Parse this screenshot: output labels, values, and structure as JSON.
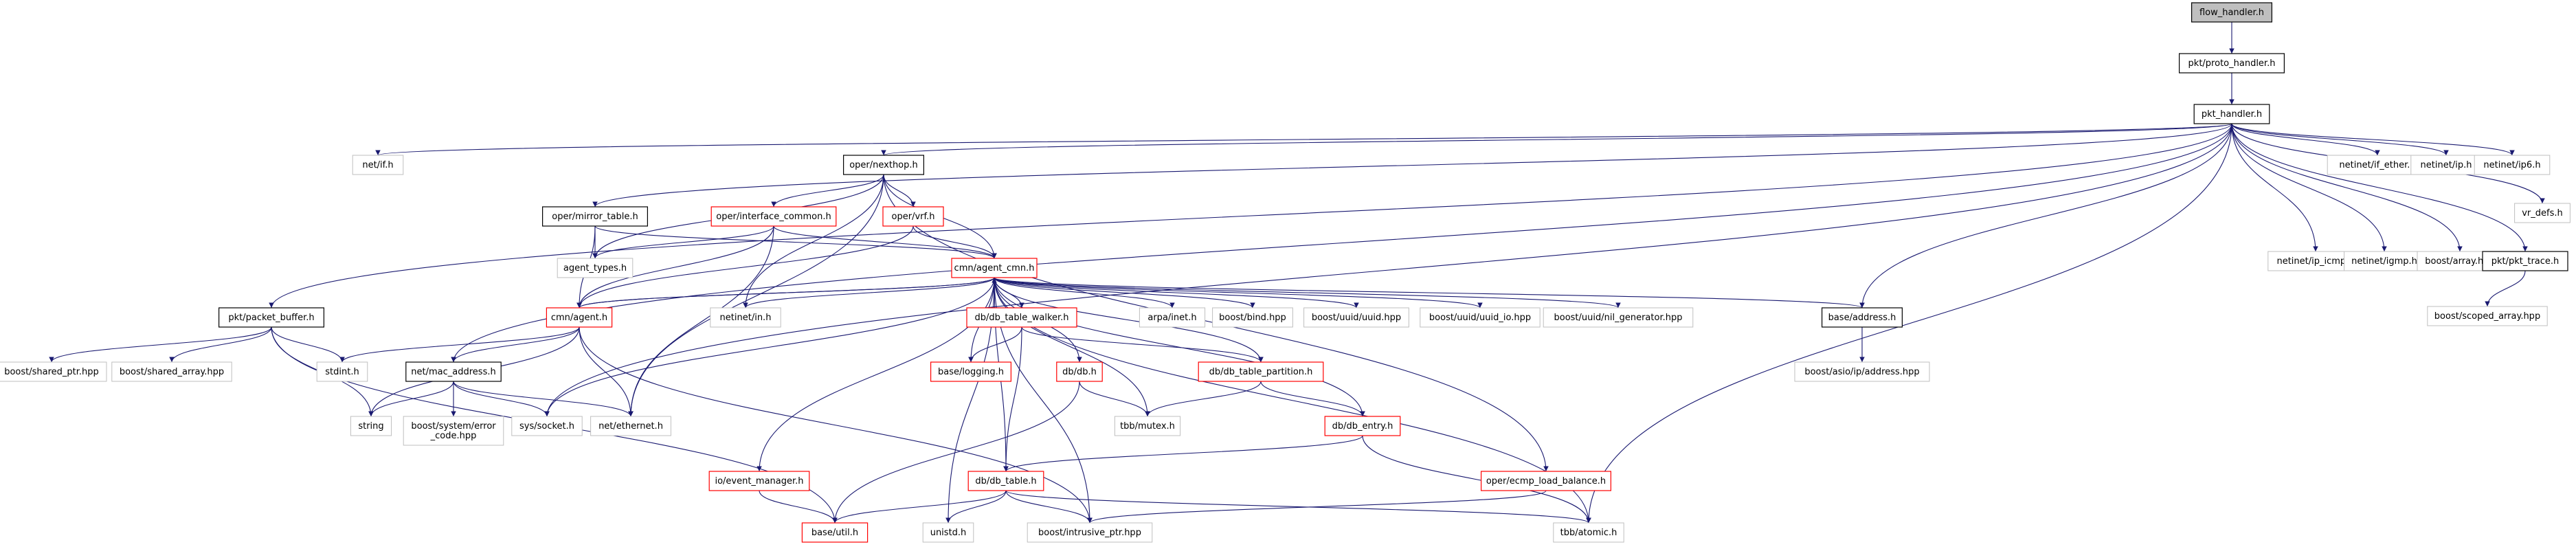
{
  "colors": {
    "edge": "#191970",
    "node_black_border": "#000000",
    "node_red_border": "#ff0000",
    "node_gray_border": "#bfbfbf",
    "root_fill": "#bfbfbf",
    "text": "#000000"
  },
  "nodes": {
    "flow_handler": {
      "label": "flow_handler.h",
      "style": "root"
    },
    "proto_handler": {
      "label": "pkt/proto_handler.h",
      "style": "black"
    },
    "pkt_handler": {
      "label": "pkt_handler.h",
      "style": "black"
    },
    "net_if": {
      "label": "net/if.h",
      "style": "gray"
    },
    "oper_nexthop": {
      "label": "oper/nexthop.h",
      "style": "black"
    },
    "netinet_if_ether": {
      "label": "netinet/if_ether.h",
      "style": "gray"
    },
    "netinet_ip": {
      "label": "netinet/ip.h",
      "style": "gray"
    },
    "netinet_ip6": {
      "label": "netinet/ip6.h",
      "style": "gray"
    },
    "netinet_ip_icmp": {
      "label": "netinet/ip_icmp.h",
      "style": "gray"
    },
    "netinet_igmp": {
      "label": "netinet/igmp.h",
      "style": "gray"
    },
    "boost_array": {
      "label": "boost/array.hpp",
      "style": "gray"
    },
    "pkt_trace": {
      "label": "pkt/pkt_trace.h",
      "style": "black"
    },
    "vr_defs": {
      "label": "vr_defs.h",
      "style": "gray"
    },
    "oper_mirror_table": {
      "label": "oper/mirror_table.h",
      "style": "black"
    },
    "oper_interface_common": {
      "label": "oper/interface_common.h",
      "style": "red"
    },
    "oper_vrf": {
      "label": "oper/vrf.h",
      "style": "red"
    },
    "boost_scoped_array": {
      "label": "boost/scoped_array.hpp",
      "style": "gray"
    },
    "agent_types": {
      "label": "agent_types.h",
      "style": "gray"
    },
    "cmn_agent_cmn": {
      "label": "cmn/agent_cmn.h",
      "style": "red"
    },
    "pkt_packet_buffer": {
      "label": "pkt/packet_buffer.h",
      "style": "black"
    },
    "cmn_agent": {
      "label": "cmn/agent.h",
      "style": "red"
    },
    "netinet_in": {
      "label": "netinet/in.h",
      "style": "gray"
    },
    "db_table_walker": {
      "label": "db/db_table_walker.h",
      "style": "red"
    },
    "arpa_inet": {
      "label": "arpa/inet.h",
      "style": "gray"
    },
    "boost_bind": {
      "label": "boost/bind.hpp",
      "style": "gray"
    },
    "boost_uuid": {
      "label": "boost/uuid/uuid.hpp",
      "style": "gray"
    },
    "boost_uuid_io": {
      "label": "boost/uuid/uuid_io.hpp",
      "style": "gray"
    },
    "boost_uuid_nil": {
      "label": "boost/uuid/nil_generator.hpp",
      "style": "gray"
    },
    "base_address": {
      "label": "base/address.h",
      "style": "black"
    },
    "boost_shared_ptr": {
      "label": "boost/shared_ptr.hpp",
      "style": "gray"
    },
    "boost_shared_array": {
      "label": "boost/shared_array.hpp",
      "style": "gray"
    },
    "stdint": {
      "label": "stdint.h",
      "style": "gray"
    },
    "net_mac_address": {
      "label": "net/mac_address.h",
      "style": "black"
    },
    "base_logging": {
      "label": "base/logging.h",
      "style": "red"
    },
    "db_db": {
      "label": "db/db.h",
      "style": "red"
    },
    "db_table_partition": {
      "label": "db/db_table_partition.h",
      "style": "red"
    },
    "boost_asio_ip_address": {
      "label": "boost/asio/ip/address.hpp",
      "style": "gray"
    },
    "string": {
      "label": "string",
      "style": "gray"
    },
    "boost_system_error_code": {
      "label": "boost/system/error\n_code.hpp",
      "style": "gray"
    },
    "sys_socket": {
      "label": "sys/socket.h",
      "style": "gray"
    },
    "net_ethernet": {
      "label": "net/ethernet.h",
      "style": "gray"
    },
    "tbb_mutex": {
      "label": "tbb/mutex.h",
      "style": "gray"
    },
    "db_entry": {
      "label": "db/db_entry.h",
      "style": "red"
    },
    "io_event_manager": {
      "label": "io/event_manager.h",
      "style": "red"
    },
    "db_db_table": {
      "label": "db/db_table.h",
      "style": "red"
    },
    "oper_ecmp_load_balance": {
      "label": "oper/ecmp_load_balance.h",
      "style": "red"
    },
    "base_util": {
      "label": "base/util.h",
      "style": "red"
    },
    "unistd": {
      "label": "unistd.h",
      "style": "gray"
    },
    "boost_intrusive_ptr": {
      "label": "boost/intrusive_ptr.hpp",
      "style": "gray"
    },
    "tbb_atomic": {
      "label": "tbb/atomic.h",
      "style": "gray"
    }
  },
  "edges": [
    [
      "flow_handler",
      "proto_handler"
    ],
    [
      "proto_handler",
      "pkt_handler"
    ],
    [
      "pkt_handler",
      "net_if"
    ],
    [
      "pkt_handler",
      "oper_nexthop"
    ],
    [
      "pkt_handler",
      "netinet_if_ether"
    ],
    [
      "pkt_handler",
      "netinet_ip"
    ],
    [
      "pkt_handler",
      "netinet_ip6"
    ],
    [
      "pkt_handler",
      "netinet_ip_icmp"
    ],
    [
      "pkt_handler",
      "netinet_igmp"
    ],
    [
      "pkt_handler",
      "boost_array"
    ],
    [
      "pkt_handler",
      "pkt_trace"
    ],
    [
      "pkt_handler",
      "vr_defs"
    ],
    [
      "pkt_handler",
      "oper_mirror_table"
    ],
    [
      "pkt_handler",
      "pkt_packet_buffer"
    ],
    [
      "pkt_handler",
      "net_mac_address"
    ],
    [
      "pkt_handler",
      "sys_socket"
    ],
    [
      "pkt_handler",
      "base_address"
    ],
    [
      "pkt_handler",
      "tbb_atomic"
    ],
    [
      "pkt_trace",
      "boost_scoped_array"
    ],
    [
      "oper_nexthop",
      "agent_types"
    ],
    [
      "oper_nexthop",
      "oper_interface_common"
    ],
    [
      "oper_nexthop",
      "oper_vrf"
    ],
    [
      "oper_nexthop",
      "cmn_agent_cmn"
    ],
    [
      "oper_nexthop",
      "netinet_in"
    ],
    [
      "oper_nexthop",
      "net_ethernet"
    ],
    [
      "oper_nexthop",
      "oper_ecmp_load_balance"
    ],
    [
      "oper_mirror_table",
      "agent_types"
    ],
    [
      "oper_mirror_table",
      "cmn_agent_cmn"
    ],
    [
      "oper_mirror_table",
      "cmn_agent"
    ],
    [
      "oper_interface_common",
      "agent_types"
    ],
    [
      "oper_interface_common",
      "cmn_agent_cmn"
    ],
    [
      "oper_interface_common",
      "cmn_agent"
    ],
    [
      "oper_interface_common",
      "net_ethernet"
    ],
    [
      "oper_vrf",
      "cmn_agent_cmn"
    ],
    [
      "oper_vrf",
      "cmn_agent"
    ],
    [
      "cmn_agent_cmn",
      "cmn_agent"
    ],
    [
      "cmn_agent_cmn",
      "netinet_in"
    ],
    [
      "cmn_agent_cmn",
      "db_table_walker"
    ],
    [
      "cmn_agent_cmn",
      "arpa_inet"
    ],
    [
      "cmn_agent_cmn",
      "boost_bind"
    ],
    [
      "cmn_agent_cmn",
      "boost_uuid"
    ],
    [
      "cmn_agent_cmn",
      "boost_uuid_io"
    ],
    [
      "cmn_agent_cmn",
      "boost_uuid_nil"
    ],
    [
      "cmn_agent_cmn",
      "base_address"
    ],
    [
      "cmn_agent_cmn",
      "base_logging"
    ],
    [
      "cmn_agent_cmn",
      "db_db"
    ],
    [
      "cmn_agent_cmn",
      "db_table_partition"
    ],
    [
      "cmn_agent_cmn",
      "sys_socket"
    ],
    [
      "cmn_agent_cmn",
      "tbb_mutex"
    ],
    [
      "cmn_agent_cmn",
      "db_entry"
    ],
    [
      "cmn_agent_cmn",
      "io_event_manager"
    ],
    [
      "cmn_agent_cmn",
      "db_db_table"
    ],
    [
      "cmn_agent_cmn",
      "unistd"
    ],
    [
      "cmn_agent_cmn",
      "boost_intrusive_ptr"
    ],
    [
      "cmn_agent_cmn",
      "tbb_atomic"
    ],
    [
      "cmn_agent",
      "cmn_agent_cmn"
    ],
    [
      "cmn_agent",
      "stdint"
    ],
    [
      "cmn_agent",
      "net_mac_address"
    ],
    [
      "cmn_agent",
      "string"
    ],
    [
      "cmn_agent",
      "net_ethernet"
    ],
    [
      "cmn_agent",
      "boost_intrusive_ptr"
    ],
    [
      "pkt_packet_buffer",
      "boost_shared_ptr"
    ],
    [
      "pkt_packet_buffer",
      "boost_shared_array"
    ],
    [
      "pkt_packet_buffer",
      "stdint"
    ],
    [
      "pkt_packet_buffer",
      "string"
    ],
    [
      "pkt_packet_buffer",
      "base_util"
    ],
    [
      "net_mac_address",
      "string"
    ],
    [
      "net_mac_address",
      "boost_system_error_code"
    ],
    [
      "net_mac_address",
      "sys_socket"
    ],
    [
      "net_mac_address",
      "net_ethernet"
    ],
    [
      "db_table_walker",
      "base_logging"
    ],
    [
      "db_table_walker",
      "db_table_partition"
    ],
    [
      "db_table_walker",
      "db_db_table"
    ],
    [
      "db_db",
      "tbb_mutex"
    ],
    [
      "db_db",
      "base_util"
    ],
    [
      "db_table_partition",
      "tbb_mutex"
    ],
    [
      "db_table_partition",
      "db_entry"
    ],
    [
      "base_address",
      "boost_asio_ip_address"
    ],
    [
      "db_entry",
      "db_db_table"
    ],
    [
      "db_entry",
      "tbb_atomic"
    ],
    [
      "io_event_manager",
      "base_util"
    ],
    [
      "db_db_table",
      "base_util"
    ],
    [
      "db_db_table",
      "unistd"
    ],
    [
      "db_db_table",
      "boost_intrusive_ptr"
    ],
    [
      "db_db_table",
      "tbb_atomic"
    ],
    [
      "oper_ecmp_load_balance",
      "boost_intrusive_ptr"
    ]
  ]
}
